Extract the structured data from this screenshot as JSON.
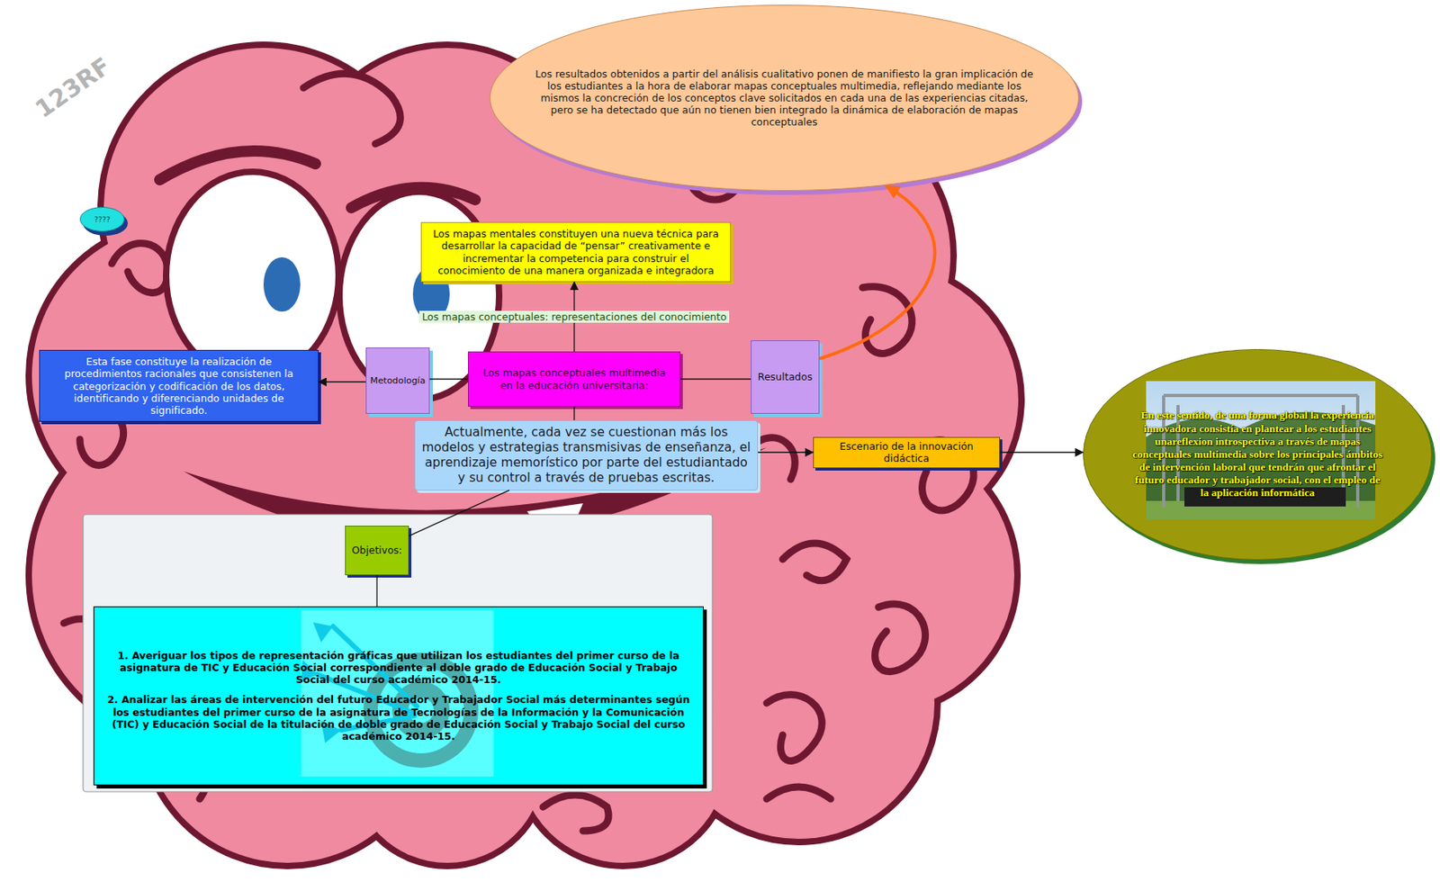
{
  "diagram": {
    "nodes": [
      {
        "text": [
          "Los resultados obtenidos a partir del análisis cualitativo ponen de manifiesto la gran implicación de los estudiantes a la hora de elaborar mapas conceptuales multimedia, reflejando mediante los mismos la concreción de los conceptos clave solicitados en cada una de las experiencias citadas, pero se ha detectado que aún no tienen bien integrado la dinámica de elaboración de mapas conceptuales"
        ]
      },
      {
        "text": [
          "????"
        ]
      },
      {
        "text": [
          "Los mapas mentales constituyen una nueva técnica para desarrollar la capacidad de “pensar” creativamente e incrementar la competencia para construir el conocimiento de una manera organizada e integradora"
        ]
      },
      {
        "text": [
          "Esta fase constituye la realización de procedimientos racionales que consistenen la categorización y codificación de los datos, identificando y diferenciando unidades de significado."
        ]
      },
      {
        "text": [
          "Metodología"
        ]
      },
      {
        "text": [
          "Los mapas conceptuales multimedia en la educación universitaria:"
        ]
      },
      {
        "text": [
          "Resultados"
        ]
      },
      {
        "text": [
          "Actualmente, cada vez se cuestionan más los modelos y estrategias transmisivas de enseñanza, el aprendizaje memorístico por parte del estudiantado y su control a través de pruebas escritas."
        ]
      },
      {
        "text": [
          "Escenario de la innovación didáctica"
        ]
      },
      {
        "text": [
          "En este sentido, de una forma global la experiencia innovadora consistía en plantear a los estudiantes unareflexion introspectiva a través de mapas conceptuales multimedia sobre los principales ámbitos de intervención laboral que tendrán que afrontar el futuro educador y trabajador social, con el empleo de la aplicación informática"
        ]
      },
      {
        "text": [
          "Objetivos:"
        ]
      },
      {
        "text": [
          "1. Averiguar los tipos de representación gráficas que utilizan los estudiantes del primer curso de la asignatura de TIC y Educación Social correspondiente al doble grado de Educación Social y Trabajo Social del curso académico 2014-15.",
          "2. Analizar las áreas de intervención del futuro Educador y Trabajador Social más determinantes según los estudiantes del primer curso de la asignatura de Tecnologías de la Información y la Comunicación (TIC) y Educación Social de la titulación de doble grado de Educación Social y Trabajo Social del curso académico 2014-15."
        ]
      }
    ],
    "edges": [
      {
        "from": 5,
        "to": 2,
        "arrow": "to",
        "label": "Los mapas conceptuales: representaciones del conocimiento"
      },
      {
        "from": 5,
        "to": 4,
        "arrow": "none"
      },
      {
        "from": 4,
        "to": 3,
        "arrow": "to"
      },
      {
        "from": 5,
        "to": 6,
        "arrow": "none"
      },
      {
        "from": 6,
        "to": 0,
        "arrow": "to"
      },
      {
        "from": 5,
        "to": 7,
        "arrow": "none"
      },
      {
        "from": 7,
        "to": 8,
        "arrow": "to"
      },
      {
        "from": 8,
        "to": 9,
        "arrow": "to"
      },
      {
        "from": 7,
        "to": 10,
        "arrow": "none"
      },
      {
        "from": 10,
        "to": 11,
        "arrow": "none"
      }
    ],
    "labels": [
      "123RF"
    ]
  }
}
